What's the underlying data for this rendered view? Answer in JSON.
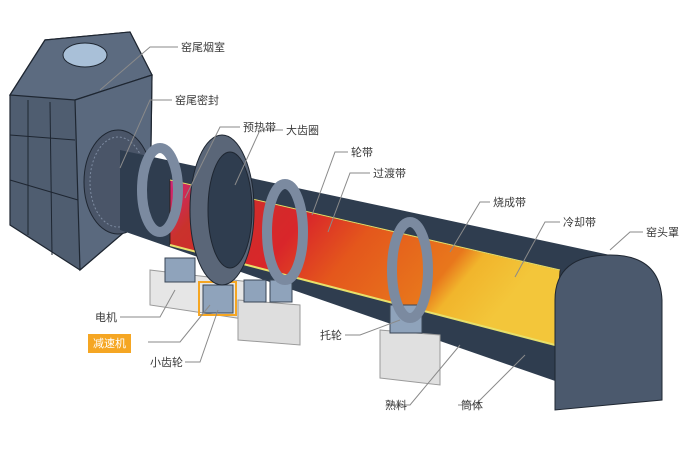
{
  "diagram": {
    "type": "rotary-kiln-structure",
    "colors": {
      "shell": "#2f3d4f",
      "metal": "#5f6f84",
      "metal_light": "#8a9ab0",
      "preheat": "#d2247a",
      "transition": "#d9262a",
      "burning": "#e8771c",
      "cooling": "#f1b52c",
      "base": "#e4e4e4",
      "highlight": "#f5a623",
      "leader": "#8a8a8a"
    },
    "labels": {
      "kiln_tail_smoke_chamber": "窑尾烟室",
      "kiln_tail_seal": "窑尾密封",
      "preheating_zone": "预热带",
      "large_gear_ring": "大齿圈",
      "tyre": "轮带",
      "transition_zone": "过渡带",
      "burning_zone": "烧成带",
      "cooling_zone": "冷却带",
      "kiln_hood": "窑头罩",
      "motor": "电机",
      "reducer": "减速机",
      "pinion": "小齿轮",
      "supporting_roller": "托轮",
      "clinker": "熟料",
      "cylinder": "筒体"
    },
    "highlighted": "reducer"
  }
}
